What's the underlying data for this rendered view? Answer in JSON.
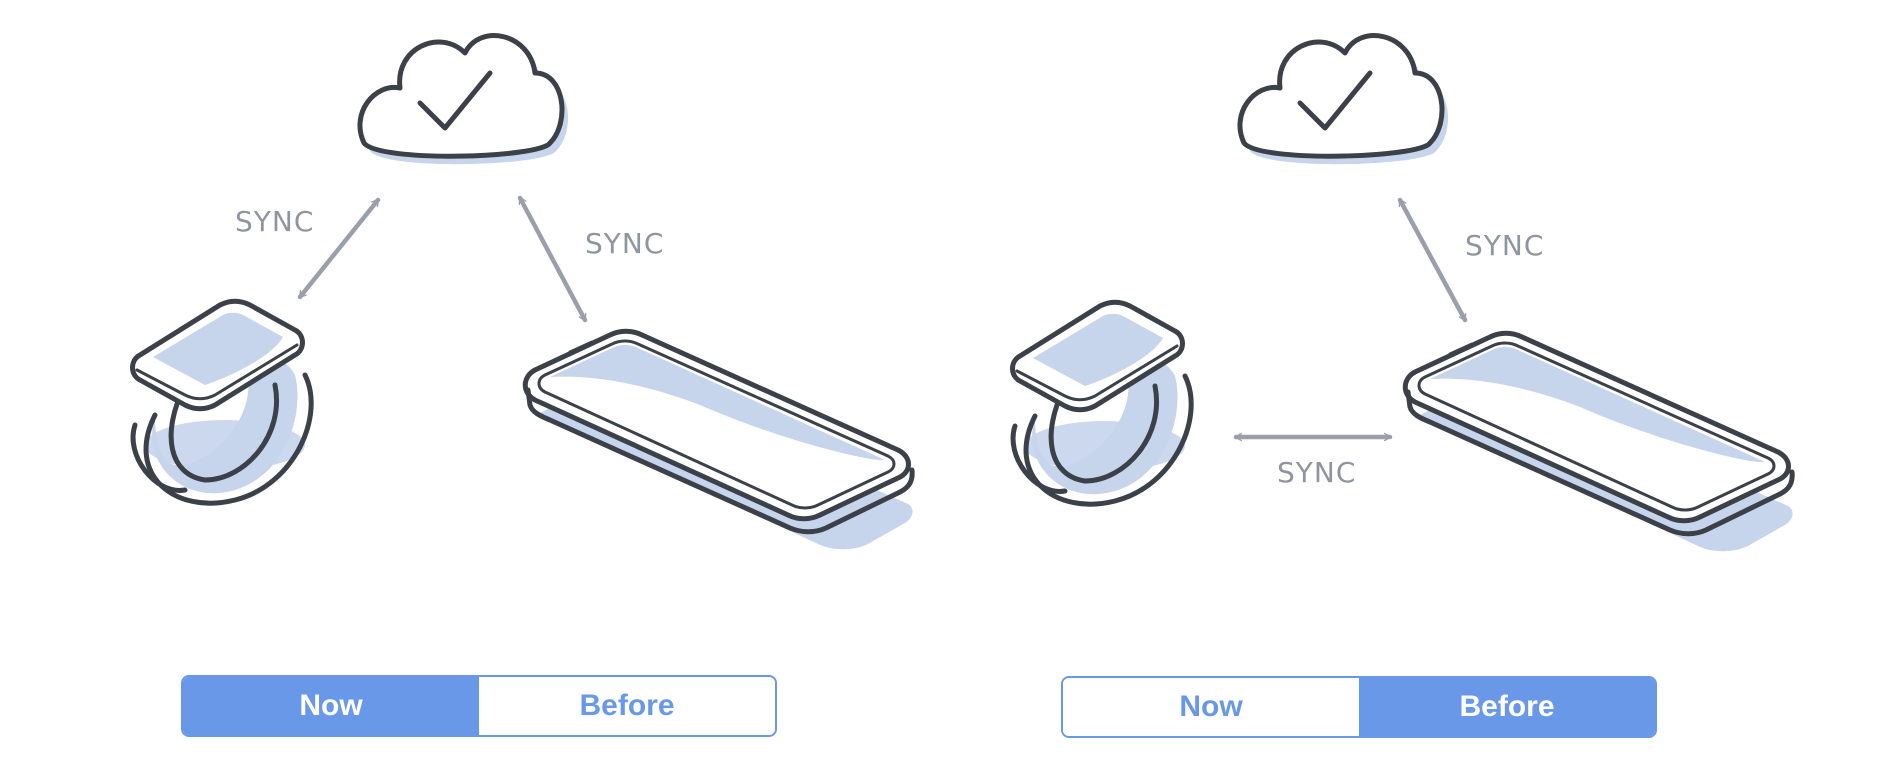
{
  "colors": {
    "accent": "#6a98e8",
    "ink": "#3b4049",
    "shade": "#c6d4ec",
    "arrow": "#9aa0ab"
  },
  "left_panel": {
    "icons": [
      "cloud-check-icon",
      "smartwatch-icon",
      "smartphone-icon"
    ],
    "sync_label_watch_cloud": "SYNC",
    "sync_label_cloud_phone": "SYNC",
    "segmented": {
      "now_label": "Now",
      "before_label": "Before",
      "selected": "Now"
    }
  },
  "right_panel": {
    "icons": [
      "cloud-check-icon",
      "smartwatch-icon",
      "smartphone-icon"
    ],
    "sync_label_cloud_phone": "SYNC",
    "sync_label_watch_phone": "SYNC",
    "segmented": {
      "now_label": "Now",
      "before_label": "Before",
      "selected": "Before"
    }
  }
}
